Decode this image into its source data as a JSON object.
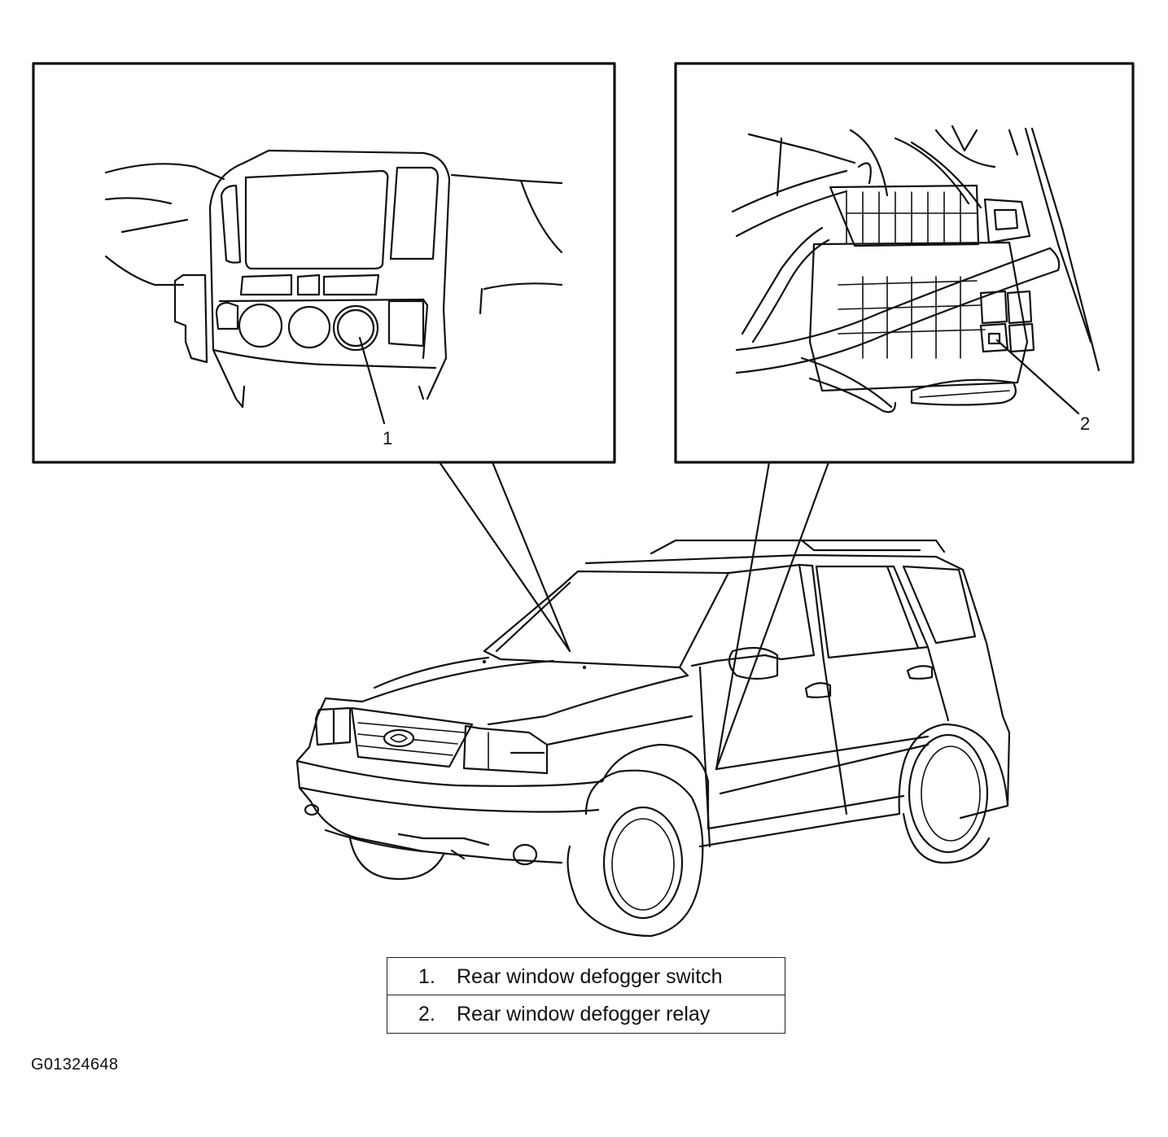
{
  "callouts": {
    "switch_number": "1",
    "relay_number": "2"
  },
  "legend": {
    "rows": [
      {
        "number": "1.",
        "text": "Rear window defogger switch"
      },
      {
        "number": "2.",
        "text": "Rear window defogger relay"
      }
    ]
  },
  "figure_id": "G01324648",
  "colors": {
    "line": "#111111",
    "background": "#ffffff"
  }
}
